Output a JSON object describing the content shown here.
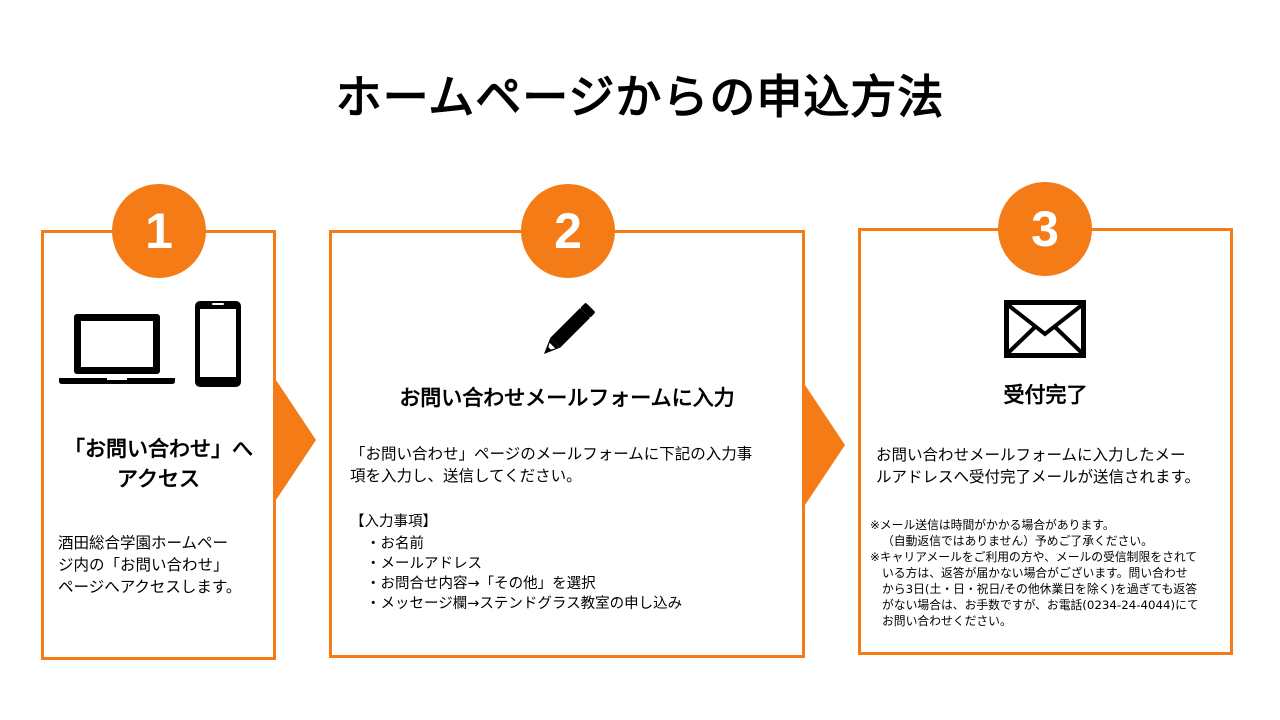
{
  "title": "ホームページからの申込方法",
  "accent_color": "#f47b16",
  "steps": [
    {
      "number": "1",
      "icons": [
        "laptop-icon",
        "smartphone-icon"
      ],
      "heading_line1": "「お問い合わせ」へ",
      "heading_line2": "アクセス",
      "desc_lines": [
        "酒田総合学園ホームペー",
        "ジ内の「お問い合わせ」",
        "ページへアクセスします。"
      ]
    },
    {
      "number": "2",
      "icon": "pencil-icon",
      "heading": "お問い合わせメールフォームに入力",
      "desc_lines": [
        "「お問い合わせ」ページのメールフォームに下記の入力事",
        "項を入力し、送信してください。"
      ],
      "list_title": "【入力事項】",
      "list_items": [
        "・お名前",
        "・メールアドレス",
        "・お問合せ内容→「その他」を選択",
        "・メッセージ欄→ステンドグラス教室の申し込み"
      ]
    },
    {
      "number": "3",
      "icon": "envelope-icon",
      "heading": "受付完了",
      "desc_lines": [
        "お問い合わせメールフォームに入力したメー",
        "ルアドレスへ受付完了メールが送信されます。"
      ],
      "notes": [
        "※メール送信は時間がかかる場合があります。",
        "（自動返信ではありません）予めご了承ください。",
        "※キャリアメールをご利用の方や、メールの受信制限をされて",
        "いる方は、返答が届かない場合がございます。問い合わせ",
        "から3日(土・日・祝日/その他休業日を除く)を過ぎても返答",
        "がない場合は、お手数ですが、お電話(0234-24-4044)にて",
        "お問い合わせください。"
      ]
    }
  ]
}
